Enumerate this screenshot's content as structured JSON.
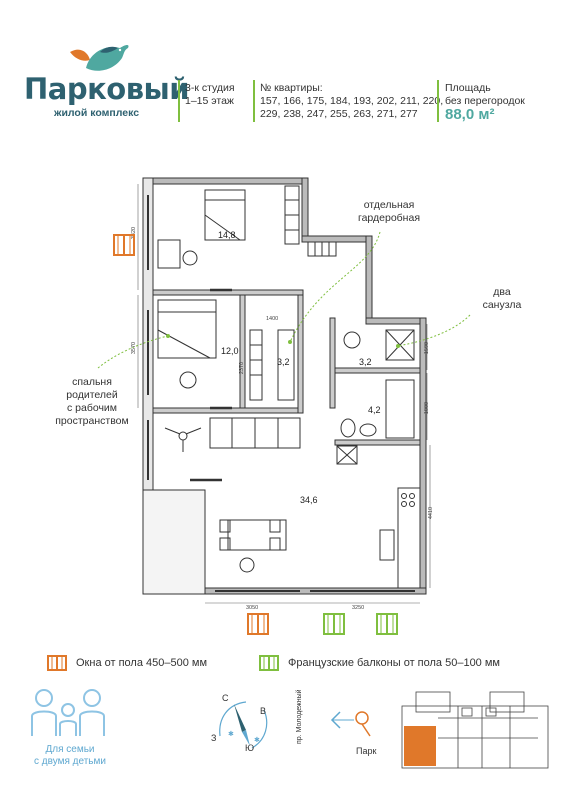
{
  "header": {
    "brand": "Парковый",
    "brand_sub": "жилой комплекс",
    "type_line1": "3-к студия",
    "type_line2": "1–15 этаж",
    "apt_label": "№ квартиры:",
    "apt_line1": "157, 166, 175, 184, 193, 202, 211, 220,",
    "apt_line2": "229, 238, 247, 255, 263, 271, 277",
    "area_label1": "Площадь",
    "area_label2": "без перегородок",
    "area_value": "88,0 м²"
  },
  "callouts": {
    "wardrobe1": "отдельная",
    "wardrobe2": "гардеробная",
    "bath1": "два",
    "bath2": "санузла",
    "bedroom1": "спальня",
    "bedroom2": "родителей",
    "bedroom3": "с рабочим",
    "bedroom4": "пространством"
  },
  "rooms": {
    "r1": "14,8",
    "r2": "12,0",
    "r3": "3,2",
    "r4": "3,2",
    "r5": "4,2",
    "r6": "34,6"
  },
  "dims": {
    "d1": "3420",
    "d2": "3570",
    "d3": "1400",
    "d4": "2370",
    "d5": "1590",
    "d6": "1800",
    "d7": "4410",
    "d8": "3050",
    "d9": "3250"
  },
  "legend": {
    "windows": "Окна от пола 450–500 мм",
    "balconies": "Французские балконы от пола 50–100 мм"
  },
  "footer": {
    "family1": "Для семьи",
    "family2": "с двумя детьми",
    "compass_n": "С",
    "compass_e": "В",
    "compass_w": "З",
    "compass_s": "Ю",
    "street": "пр. Молодежный",
    "park": "Парк"
  },
  "colors": {
    "accent_orange": "#e0782a",
    "accent_green": "#7fbf3f",
    "brand_teal": "#2e6170",
    "area_teal": "#4fa8a0",
    "plan_highlight": "#e0782a"
  }
}
